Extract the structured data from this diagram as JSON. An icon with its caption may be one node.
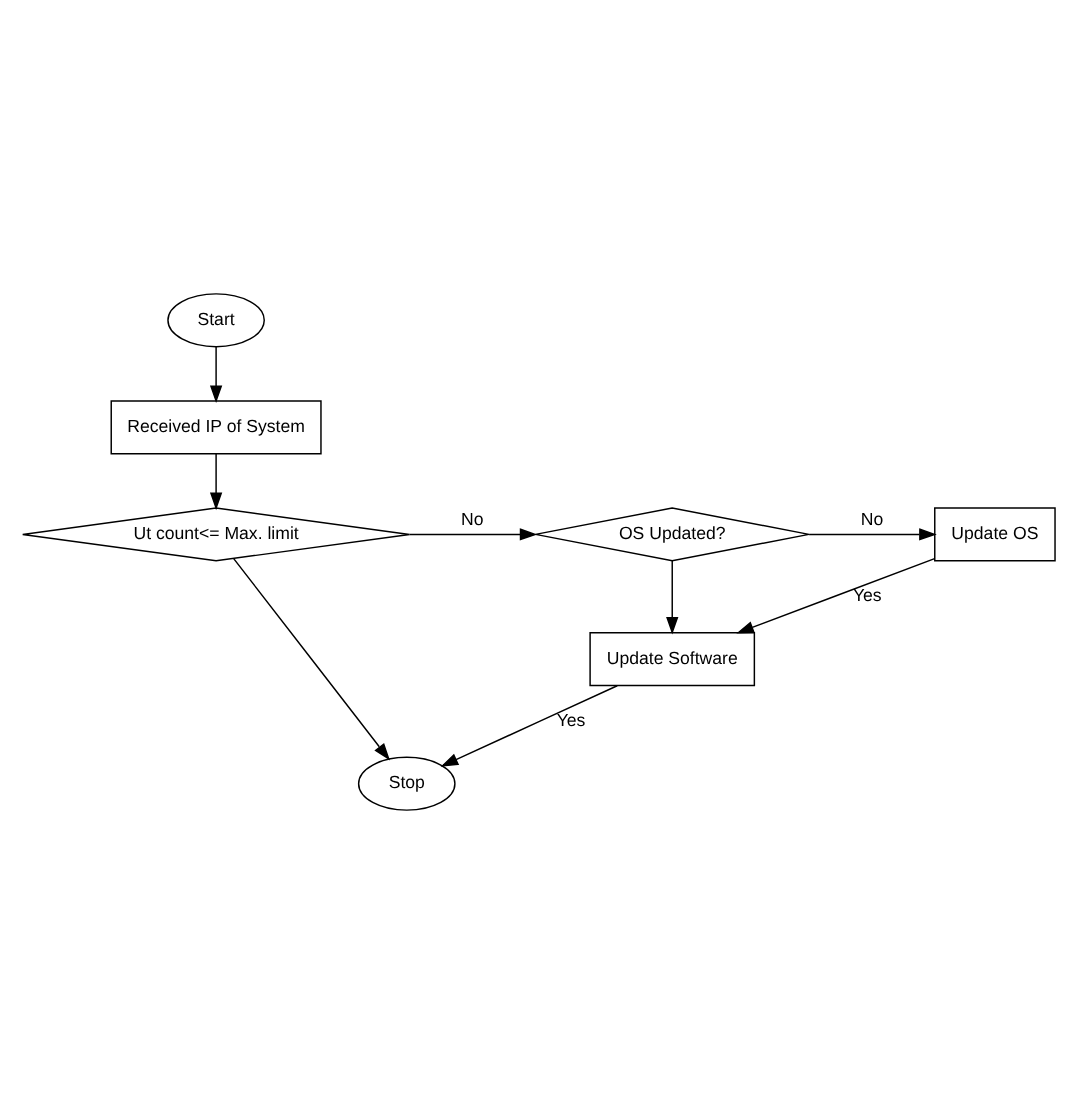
{
  "diagram": {
    "nodes": [
      {
        "text": [
          "Start"
        ]
      },
      {
        "text": [
          "Received IP of System"
        ]
      },
      {
        "text": [
          "Ut count<= Max. limit"
        ]
      },
      {
        "text": [
          "OS Updated?"
        ]
      },
      {
        "text": [
          "Update OS"
        ]
      },
      {
        "text": [
          "Update Software"
        ]
      },
      {
        "text": [
          "Stop"
        ]
      }
    ],
    "edges": [
      {
        "from": 0,
        "to": 1,
        "arrow": "to"
      },
      {
        "from": 1,
        "to": 2,
        "arrow": "to"
      },
      {
        "from": 2,
        "to": 3,
        "arrow": "to",
        "label": "No"
      },
      {
        "from": 3,
        "to": 4,
        "arrow": "to",
        "label": "No"
      },
      {
        "from": 3,
        "to": 5,
        "arrow": "to"
      },
      {
        "from": 4,
        "to": 5,
        "arrow": "to",
        "label": "Yes"
      },
      {
        "from": 5,
        "to": 6,
        "arrow": "to",
        "label": "Yes"
      },
      {
        "from": 2,
        "to": 6,
        "arrow": "to"
      }
    ]
  }
}
